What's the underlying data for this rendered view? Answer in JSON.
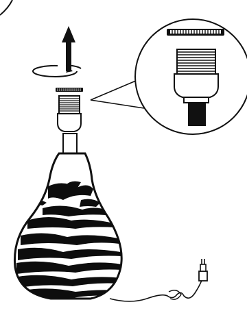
{
  "figure": {
    "type": "assembly-instruction-illustration",
    "subject": "lamp-base-with-socket-ring",
    "callout": "magnified-socket-and-threaded-ring",
    "motion": "unscrew-ring-upward",
    "colors": {
      "ink": "#111111",
      "paper": "#ffffff",
      "stripe": "#0d0d0d"
    }
  }
}
